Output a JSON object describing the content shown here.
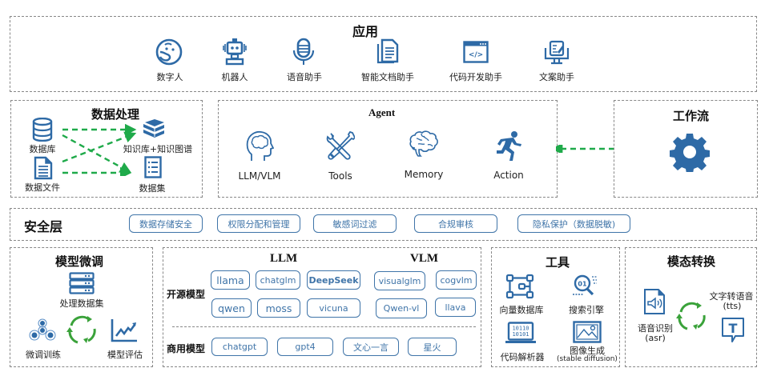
{
  "colors": {
    "icon_blue": "#2e6aa6",
    "pill_border": "#3f74a8",
    "arrow_green": "#1faa4a",
    "cycle_green": "#3aa23a",
    "dash_gray": "#888888"
  },
  "app_layer": {
    "title": "应用",
    "items": [
      {
        "icon": "digital-human-icon",
        "label": "数字人"
      },
      {
        "icon": "robot-icon",
        "label": "机器人"
      },
      {
        "icon": "microphone-icon",
        "label": "语音助手"
      },
      {
        "icon": "document-icon",
        "label": "智能文档助手"
      },
      {
        "icon": "code-window-icon",
        "label": "代码开发助手"
      },
      {
        "icon": "copywriting-monitor-icon",
        "label": "文案助手"
      }
    ]
  },
  "data_processing": {
    "title": "数据处理",
    "sources": [
      {
        "icon": "database-icon",
        "label": "数据库"
      },
      {
        "icon": "data-file-icon",
        "label": "数据文件"
      }
    ],
    "targets": [
      {
        "icon": "books-icon",
        "label": "知识库+知识图谱"
      },
      {
        "icon": "dataset-list-icon",
        "label": "数据集"
      }
    ]
  },
  "agent": {
    "title": "Agent",
    "items": [
      {
        "icon": "head-brain-icon",
        "label": "LLM/VLM"
      },
      {
        "icon": "tools-icon",
        "label": "Tools"
      },
      {
        "icon": "brain-icon",
        "label": "Memory"
      },
      {
        "icon": "running-person-icon",
        "label": "Action"
      }
    ]
  },
  "workflow": {
    "title": "工作流",
    "icon": "gear-icon"
  },
  "security": {
    "title": "安全层",
    "items": [
      "数据存储安全",
      "权限分配和管理",
      "敏感词过滤",
      "合规审核",
      "隐私保护（数据脱敏)"
    ]
  },
  "finetune": {
    "title": "模型微调",
    "items": [
      {
        "icon": "server-stack-icon",
        "label": "处理数据集"
      },
      {
        "icon": "cluster-icon",
        "label": "微调训练"
      },
      {
        "icon": "trend-chart-icon",
        "label": "模型评估"
      }
    ]
  },
  "models": {
    "llm_title": "LLM",
    "vlm_title": "VLM",
    "open_label": "开源模型",
    "commercial_label": "商用模型",
    "llm_open_row1": [
      "llama",
      "chatglm",
      "DeepSeek"
    ],
    "llm_open_row2": [
      "qwen",
      "moss",
      "vicuna"
    ],
    "vlm_open_row1": [
      "visualglm",
      "cogvlm"
    ],
    "vlm_open_row2": [
      "Qwen-vl",
      "llava"
    ],
    "commercial": [
      "chatgpt",
      "gpt4",
      "文心一言",
      "星火"
    ]
  },
  "tools": {
    "title": "工具",
    "items": [
      {
        "icon": "vector-db-icon",
        "label": "向量数据库"
      },
      {
        "icon": "search-engine-icon",
        "label": "搜索引擎"
      },
      {
        "icon": "code-laptop-icon",
        "label": "代码解析器",
        "binary": "10110\n10101"
      },
      {
        "icon": "image-icon",
        "label": "图像生成",
        "sublabel": "(stable diffusion)"
      }
    ]
  },
  "modality": {
    "title": "模态转换",
    "asr_label": "语音识别",
    "asr_sub": "(asr)",
    "tts_label": "文字转语音",
    "tts_sub": "(tts)",
    "tts_glyph": "T"
  }
}
